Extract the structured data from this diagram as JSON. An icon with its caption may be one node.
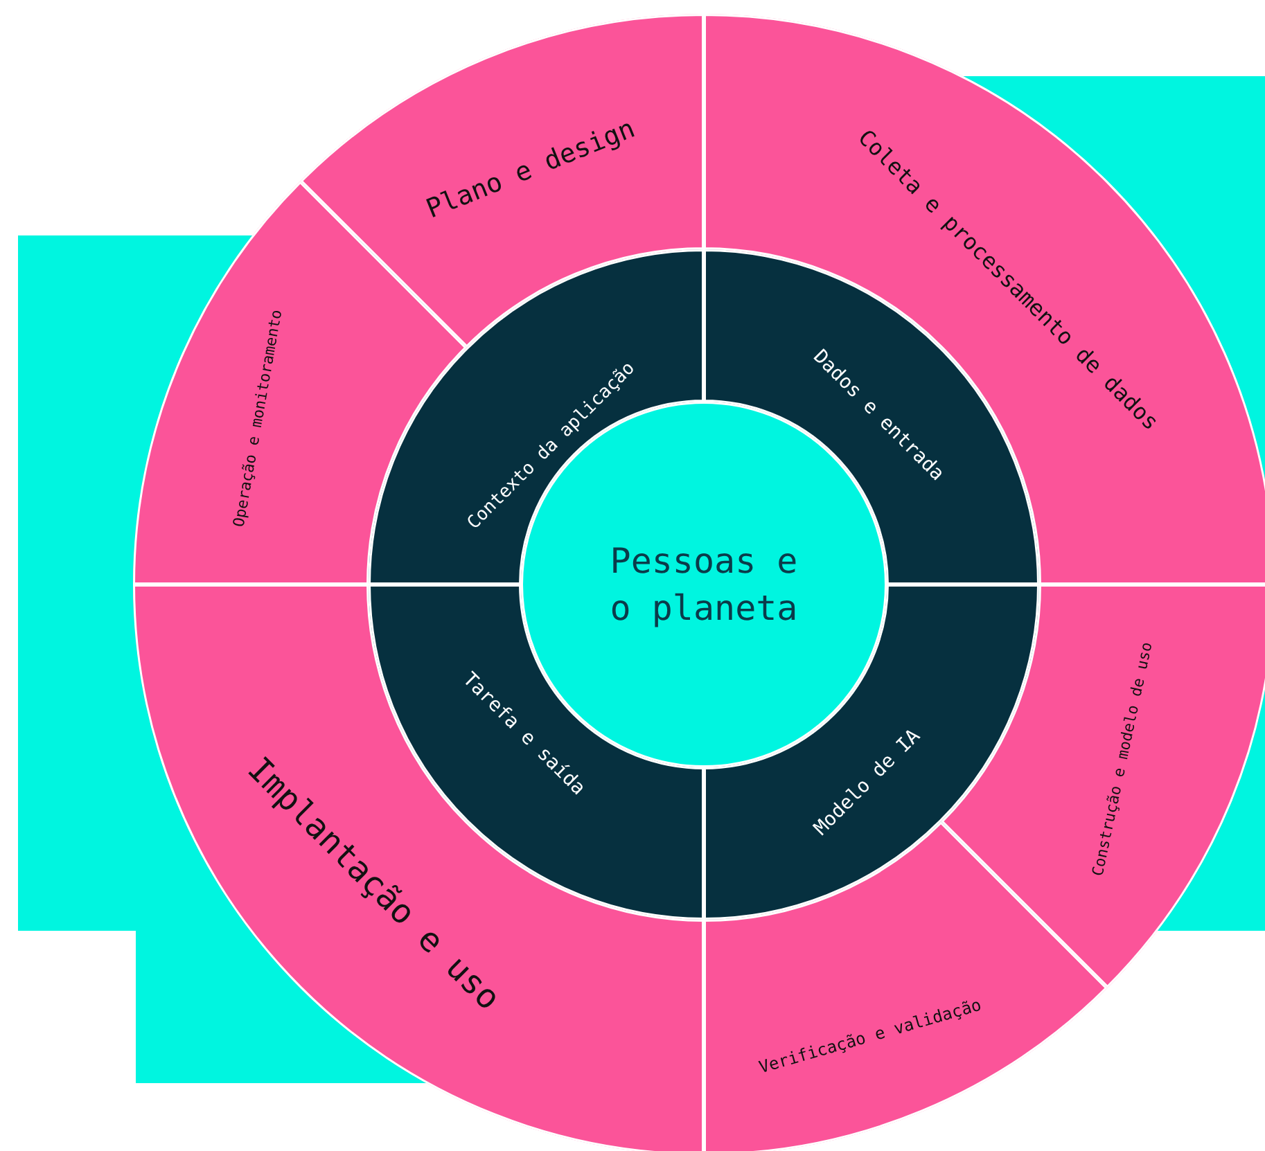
{
  "diagram": {
    "nodes": [
      {
        "text": [
          "Pessoas e o planeta"
        ]
      },
      {
        "text": [
          "Contexto da aplicação"
        ]
      },
      {
        "text": [
          "Dados e entrada"
        ]
      },
      {
        "text": [
          "Modelo de IA"
        ]
      },
      {
        "text": [
          "Tarefa e saída"
        ]
      },
      {
        "text": [
          "Plano e design"
        ]
      },
      {
        "text": [
          "Coleta e processamento de dados"
        ]
      },
      {
        "text": [
          "Construção e modelo de uso"
        ]
      },
      {
        "text": [
          "Verificação e validação"
        ]
      },
      {
        "text": [
          "Implantação e uso"
        ]
      },
      {
        "text": [
          "Operação e monitoramento"
        ]
      }
    ]
  }
}
